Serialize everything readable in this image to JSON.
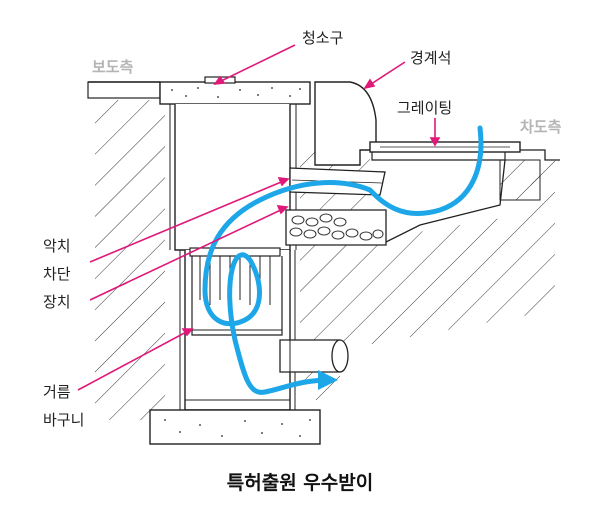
{
  "labels": {
    "cleanout": "청소구",
    "curb": "경계석",
    "grating": "그레이팅",
    "sidewalk": "보도측",
    "roadway": "차도측",
    "odor_block_1": "악치",
    "odor_block_2": "차단",
    "odor_block_3": "장치",
    "basket_1": "거름",
    "basket_2": "바구니"
  },
  "title": "특허출원 우수받이",
  "colors": {
    "flow": "#1ea7e8",
    "pointer": "#e0187a",
    "line": "#222222",
    "side_label": "#b4b4b4"
  }
}
